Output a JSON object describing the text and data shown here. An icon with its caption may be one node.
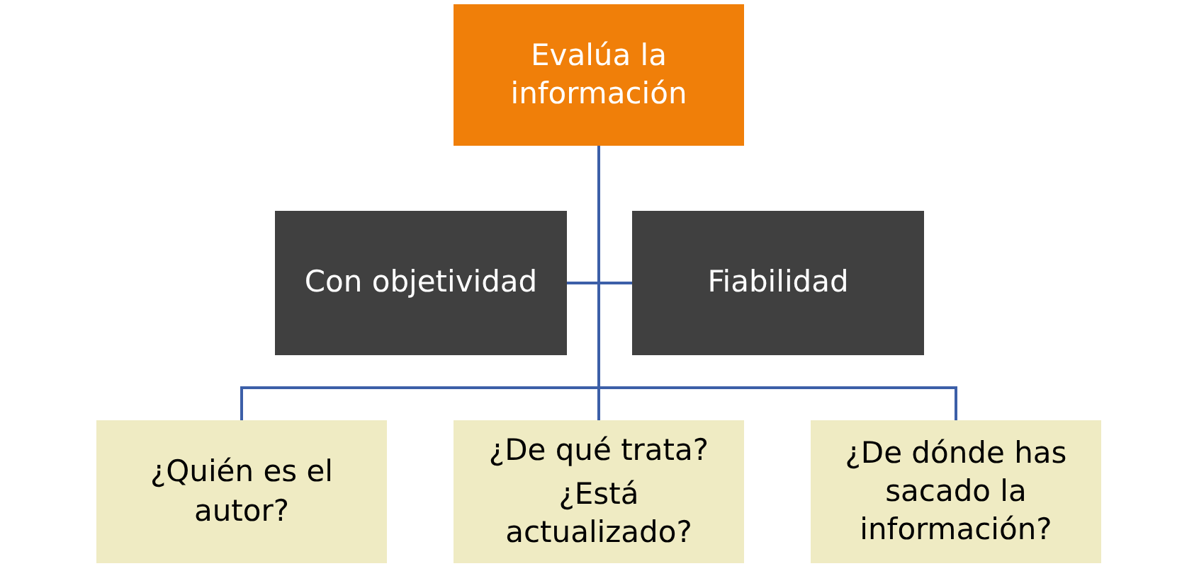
{
  "diagram": {
    "nodes": [
      {
        "text": [
          "Evalúa la información"
        ]
      },
      {
        "text": [
          "Con objetividad"
        ]
      },
      {
        "text": [
          "Fiabilidad"
        ]
      },
      {
        "text": [
          "¿Quién es el autor?"
        ]
      },
      {
        "text": [
          "¿De qué trata?",
          "¿Está actualizado?"
        ]
      },
      {
        "text": [
          "¿De dónde has sacado la información?"
        ]
      }
    ],
    "edges": [
      {
        "from": 0,
        "to": 1,
        "arrow": "none"
      },
      {
        "from": 0,
        "to": 2,
        "arrow": "none"
      },
      {
        "from": 0,
        "to": 3,
        "arrow": "none"
      },
      {
        "from": 0,
        "to": 4,
        "arrow": "none"
      },
      {
        "from": 0,
        "to": 5,
        "arrow": "none"
      }
    ]
  }
}
